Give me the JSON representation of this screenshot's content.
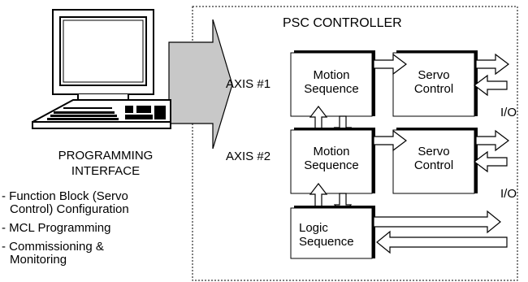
{
  "controller": {
    "title": "PSC CONTROLLER"
  },
  "axes": [
    {
      "label": "AXIS #1",
      "motion": [
        "Motion",
        "Sequence"
      ],
      "servo": [
        "Servo",
        "Control"
      ]
    },
    {
      "label": "AXIS #2",
      "motion": [
        "Motion",
        "Sequence"
      ],
      "servo": [
        "Servo",
        "Control"
      ]
    }
  ],
  "logic": [
    "Logic",
    "Sequence"
  ],
  "io_labels": [
    "I/O",
    "I/O"
  ],
  "interface": {
    "title": [
      "PROGRAMMING",
      "INTERFACE"
    ],
    "features": [
      [
        "- Function Block (Servo",
        "  Control) Configuration"
      ],
      [
        "- MCL Programming"
      ],
      [
        "- Commissioning &",
        "  Monitoring"
      ]
    ]
  },
  "colors": {
    "arrow_fill": "#c8c8c8",
    "block_shadow": "#000000",
    "border": "#000000"
  }
}
